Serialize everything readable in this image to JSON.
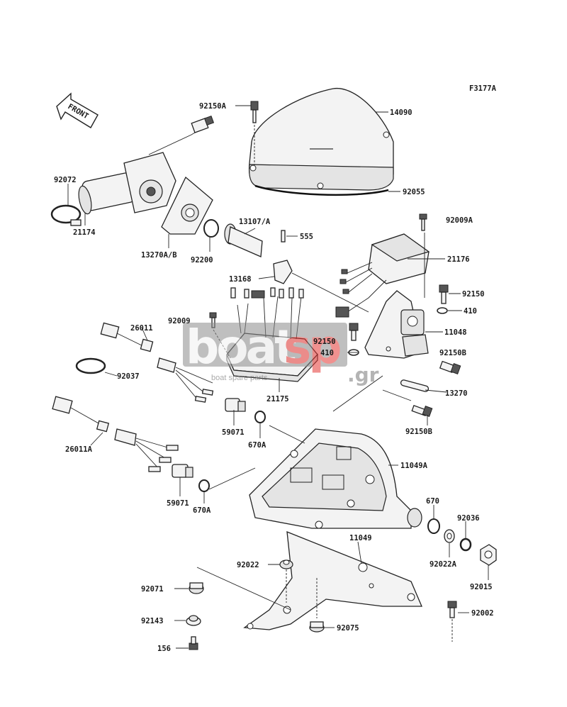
{
  "figure_code": "F3177A",
  "front_label": "FRONT",
  "watermark": {
    "brand_left": "boat",
    "brand_right": "sp",
    "suffix": ".gr",
    "tagline": "boat spare parts"
  },
  "labels": {
    "p92150A": "92150A",
    "p14090": "14090",
    "p92055": "92055",
    "p92072": "92072",
    "p21174": "21174",
    "p13270AB": "13270A/B",
    "p92200": "92200",
    "p13107A": "13107/A",
    "p555": "555",
    "p92009A": "92009A",
    "p21176": "21176",
    "p13168": "13168",
    "p92150": "92150",
    "p410a": "410",
    "p11048": "11048",
    "p92009": "92009",
    "p26011": "26011",
    "p92150b": "92150",
    "p410b": "410",
    "p92150B_a": "92150B",
    "p92037": "92037",
    "p21175": "21175",
    "p13270": "13270",
    "p59071a": "59071",
    "p670A_a": "670A",
    "p92150B_b": "92150B",
    "p26011A": "26011A",
    "p11049A": "11049A",
    "p59071b": "59071",
    "p670A_b": "670A",
    "p670": "670",
    "p92036": "92036",
    "p11049": "11049",
    "p92022": "92022",
    "p92022A": "92022A",
    "p92015": "92015",
    "p92071": "92071",
    "p92002": "92002",
    "p92143": "92143",
    "p92075": "92075",
    "p156": "156"
  }
}
